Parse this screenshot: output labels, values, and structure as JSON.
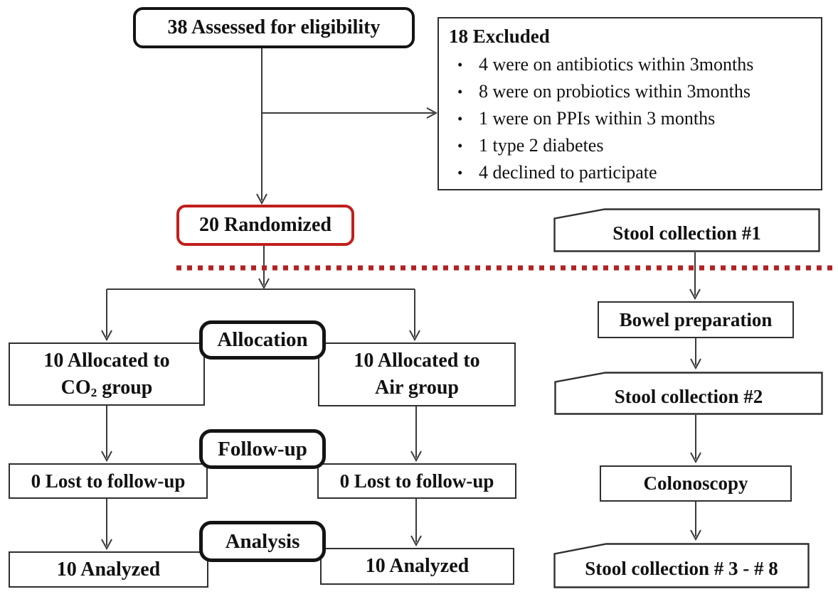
{
  "colors": {
    "accent_red": "#c01f1c",
    "dotted_line_red": "#b22222",
    "line_gray": "#3a3a3a",
    "border_black": "#141414",
    "thin_border": "#2f2f2f",
    "text_black": "#111111",
    "background": "#ffffff"
  },
  "consort": {
    "assessed": "38 Assessed for eligibility",
    "excluded": {
      "title": "18 Excluded",
      "bullet_glyph": "•",
      "items": [
        "4 were on antibiotics within 3months",
        "8 were on probiotics within 3months",
        "1 were on PPIs within 3 months",
        "1 type 2 diabetes",
        "4 declined to participate"
      ]
    },
    "randomized": "20 Randomized",
    "stages": {
      "allocation": "Allocation",
      "followup": "Follow-up",
      "analysis": "Analysis"
    },
    "groups": {
      "co2": {
        "line1": "10 Allocated to",
        "line2_prefix": "CO",
        "line2_sub": "2",
        "line2_suffix": " group"
      },
      "air": {
        "line1": "10 Allocated to",
        "line2": "Air group"
      }
    },
    "lost": {
      "left": "0 Lost to follow-up",
      "right": "0 Lost to follow-up"
    },
    "analyzed": {
      "left": "10 Analyzed",
      "right": "10 Analyzed"
    }
  },
  "timeline": {
    "stool1": "Stool collection #1",
    "bowel_prep": "Bowel preparation",
    "stool2": "Stool collection #2",
    "colonoscopy": "Colonoscopy",
    "stool3_8": "Stool collection  # 3 - # 8"
  }
}
